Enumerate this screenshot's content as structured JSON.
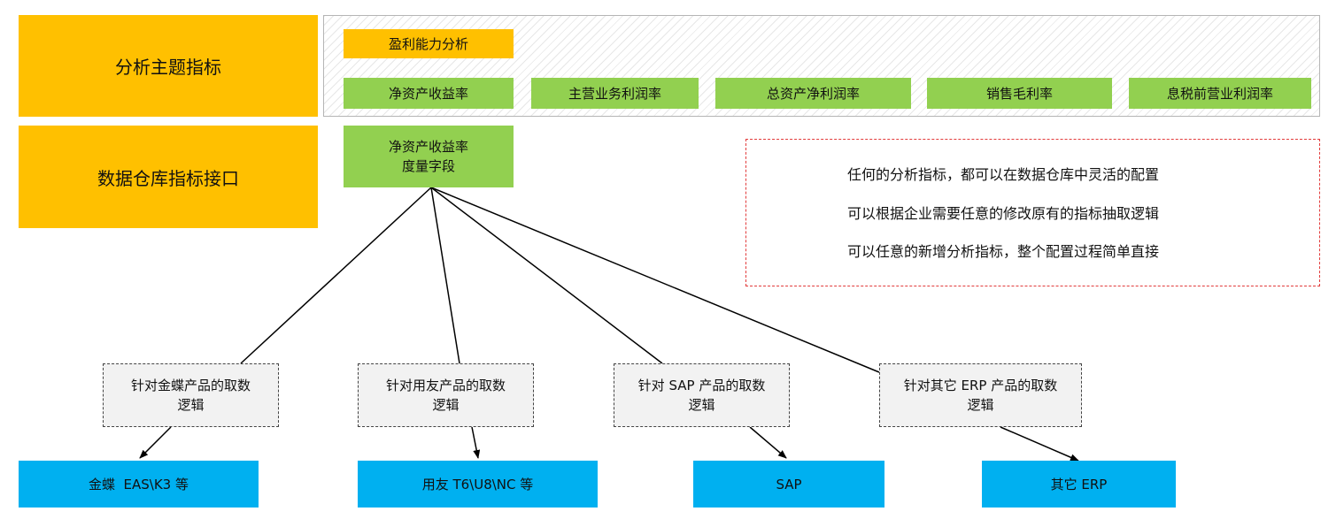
{
  "blocks": {
    "analysis_topic": "分析主题指标",
    "dw_interface": "数据仓库指标接口"
  },
  "topic_panel": {
    "category": "盈利能力分析",
    "metrics": [
      "净资产收益率",
      "主营业务利润率",
      "总资产净利润率",
      "销售毛利率",
      "息税前营业利润率"
    ]
  },
  "measure_field": {
    "line1": "净资产收益率",
    "line2": "度量字段"
  },
  "notes": [
    "任何的分析指标，都可以在数据仓库中灵活的配置",
    "可以根据企业需要任意的修改原有的指标抽取逻辑",
    "可以任意的新增分析指标，整个配置过程简单直接"
  ],
  "logic_boxes": [
    "针对金蝶产品的取数\n逻辑",
    "针对用友产品的取数\n逻辑",
    "针对 SAP 产品的取数\n逻辑",
    "针对其它 ERP 产品的取数\n逻辑"
  ],
  "targets": [
    "金蝶  EAS\\K3 等",
    "用友 T6\\U8\\NC 等",
    "SAP",
    "其它 ERP"
  ],
  "colors": {
    "yellow": "#FFC000",
    "green": "#92D050",
    "blue": "#00B0F0",
    "note_border": "#e23b3b",
    "logic_bg": "#f2f2f2"
  }
}
